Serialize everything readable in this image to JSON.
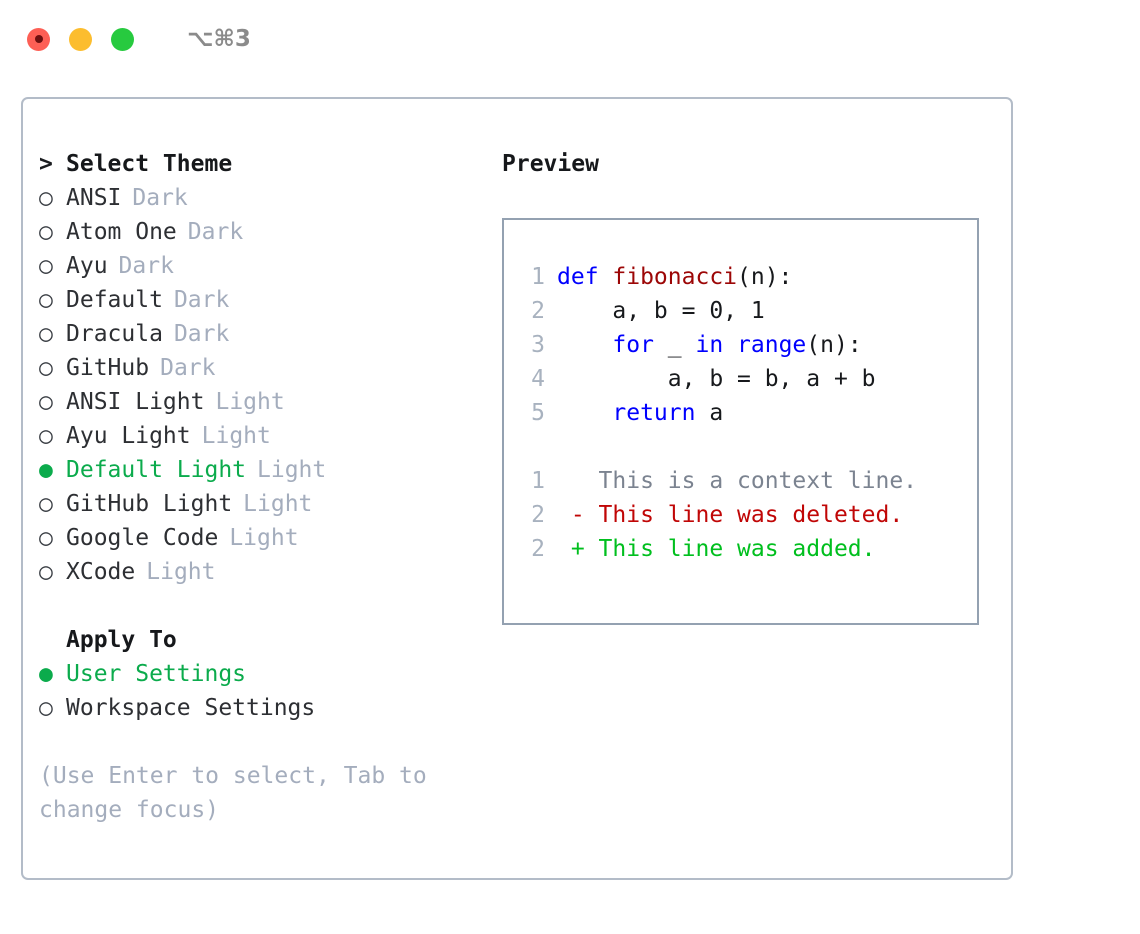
{
  "titlebar": {
    "shortcut": "⌥⌘3",
    "lights": [
      {
        "name": "close",
        "color": "#fd5f55"
      },
      {
        "name": "minimize",
        "color": "#fcbd2e"
      },
      {
        "name": "maximize",
        "color": "#27ca3f"
      }
    ]
  },
  "theme_list": {
    "header_marker": ">",
    "header": "Select Theme",
    "selected_marker": "●",
    "unselected_marker": "○",
    "items": [
      {
        "label": "ANSI",
        "tag": "Dark",
        "selected": false
      },
      {
        "label": "Atom One",
        "tag": "Dark",
        "selected": false
      },
      {
        "label": "Ayu",
        "tag": "Dark",
        "selected": false
      },
      {
        "label": "Default",
        "tag": "Dark",
        "selected": false
      },
      {
        "label": "Dracula",
        "tag": "Dark",
        "selected": false
      },
      {
        "label": "GitHub",
        "tag": "Dark",
        "selected": false
      },
      {
        "label": "ANSI Light",
        "tag": "Light",
        "selected": false
      },
      {
        "label": "Ayu Light",
        "tag": "Light",
        "selected": false
      },
      {
        "label": "Default Light",
        "tag": "Light",
        "selected": true
      },
      {
        "label": "GitHub Light",
        "tag": "Light",
        "selected": false
      },
      {
        "label": "Google Code",
        "tag": "Light",
        "selected": false
      },
      {
        "label": "XCode",
        "tag": "Light",
        "selected": false
      }
    ]
  },
  "apply_to": {
    "header": "Apply To",
    "items": [
      {
        "label": "User Settings",
        "selected": true
      },
      {
        "label": "Workspace Settings",
        "selected": false
      }
    ]
  },
  "hint": "(Use Enter to select, Tab to change focus)",
  "preview": {
    "title": "Preview",
    "code_lines": [
      {
        "no": "1",
        "tokens": [
          {
            "t": "def ",
            "c": "kw"
          },
          {
            "t": "fibonacci",
            "c": "fn"
          },
          {
            "t": "(n):",
            "c": "txt"
          }
        ]
      },
      {
        "no": "2",
        "tokens": [
          {
            "t": "    a, b = 0, 1",
            "c": "txt"
          }
        ]
      },
      {
        "no": "3",
        "tokens": [
          {
            "t": "    ",
            "c": "txt"
          },
          {
            "t": "for",
            "c": "kw"
          },
          {
            "t": " _ ",
            "c": "txt"
          },
          {
            "t": "in",
            "c": "kw"
          },
          {
            "t": " ",
            "c": "txt"
          },
          {
            "t": "range",
            "c": "kw"
          },
          {
            "t": "(n):",
            "c": "txt"
          }
        ]
      },
      {
        "no": "4",
        "tokens": [
          {
            "t": "        a, b = b, a + b",
            "c": "txt"
          }
        ]
      },
      {
        "no": "5",
        "tokens": [
          {
            "t": "    ",
            "c": "txt"
          },
          {
            "t": "return",
            "c": "kw"
          },
          {
            "t": " a",
            "c": "txt"
          }
        ]
      }
    ],
    "diff_lines": [
      {
        "no": "1",
        "sign": " ",
        "text": "This is a context line.",
        "kind": "ctx"
      },
      {
        "no": "2",
        "sign": "-",
        "text": "This line was deleted.",
        "kind": "del"
      },
      {
        "no": "2",
        "sign": "+",
        "text": "This line was added.",
        "kind": "add"
      }
    ]
  },
  "colors": {
    "accent_green": "#0bab4c",
    "muted": "#a4adbd",
    "border": "#b3bcc8",
    "preview_border": "#94a1b1",
    "keyword": "#0000fe",
    "function": "#9c0606",
    "diff_add": "#00bf1e",
    "diff_del": "#c00606",
    "diff_ctx": "#7b8390"
  }
}
